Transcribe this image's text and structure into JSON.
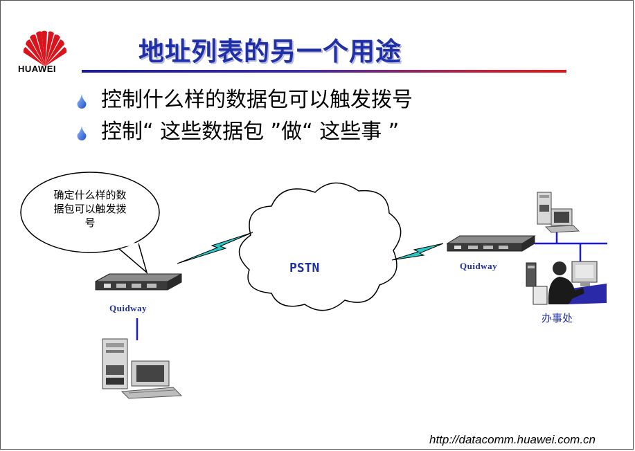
{
  "brand": {
    "name": "HUAWEI"
  },
  "title": "地址列表的另一个用途",
  "bullets": [
    {
      "text": "控制什么样的数据包可以触发拨号"
    },
    {
      "text": "控制“ 这些数据包 ”做“ 这些事 ”"
    }
  ],
  "callout": {
    "lines": [
      "确定什么样的数",
      "据包可以触发拨",
      "号"
    ]
  },
  "cloud_label": "PSTN",
  "router_left_label": "Quidway",
  "router_right_label": "Quidway",
  "office_label": "办事处",
  "footer_url": "http://datacomm.huawei.com.cn",
  "colors": {
    "title": "#1f2fa8",
    "lightning": "#25c8c8",
    "network_line": "#1a1ad8",
    "bullet_drop": "#3a6ee0"
  }
}
